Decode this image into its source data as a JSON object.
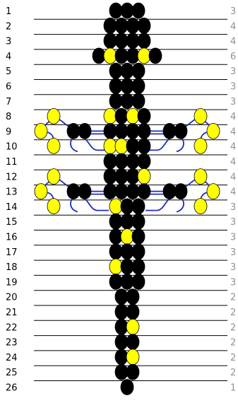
{
  "colors": {
    "black_bead": "#000000",
    "yellow_bead": "#ffff00",
    "wire": "#1f2dbf",
    "row_line": "#000000",
    "row_number": "#000000",
    "bead_count": "#909090"
  },
  "rows": [
    {
      "number": "1",
      "count": "3",
      "beads": [
        "B",
        "B",
        "B"
      ]
    },
    {
      "number": "2",
      "count": "4",
      "beads": [
        "B",
        "B",
        "B",
        "B"
      ]
    },
    {
      "number": "3",
      "count": "4",
      "beads": [
        "B",
        "B",
        "B",
        "B"
      ]
    },
    {
      "number": "4",
      "count": "6",
      "beads": [
        "B",
        "Y",
        "B",
        "B",
        "Y",
        "B"
      ]
    },
    {
      "number": "5",
      "count": "3",
      "beads": [
        "B",
        "B",
        "B"
      ]
    },
    {
      "number": "6",
      "count": "3",
      "beads": [
        "B",
        "B",
        "B"
      ]
    },
    {
      "number": "7",
      "count": "3",
      "beads": [
        "B",
        "B",
        "B"
      ]
    },
    {
      "number": "8",
      "count": "4",
      "beads": [
        "Y",
        "B",
        "Y",
        "B"
      ]
    },
    {
      "number": "9",
      "count": "4",
      "beads": [
        "B",
        "B",
        "B",
        "B"
      ]
    },
    {
      "number": "10",
      "count": "4",
      "beads": [
        "Y",
        "Y",
        "B",
        "B"
      ]
    },
    {
      "number": "11",
      "count": "4",
      "beads": [
        "B",
        "B",
        "B",
        "B"
      ]
    },
    {
      "number": "12",
      "count": "4",
      "beads": [
        "B",
        "B",
        "B",
        "Y"
      ]
    },
    {
      "number": "13",
      "count": "4",
      "beads": [
        "B",
        "B",
        "B",
        "B"
      ]
    },
    {
      "number": "14",
      "count": "3",
      "beads": [
        "Y",
        "B",
        "B"
      ]
    },
    {
      "number": "15",
      "count": "3",
      "beads": [
        "B",
        "B",
        "B"
      ]
    },
    {
      "number": "16",
      "count": "3",
      "beads": [
        "B",
        "Y",
        "B"
      ]
    },
    {
      "number": "17",
      "count": "3",
      "beads": [
        "B",
        "B",
        "B"
      ]
    },
    {
      "number": "18",
      "count": "3",
      "beads": [
        "Y",
        "B",
        "B"
      ]
    },
    {
      "number": "19",
      "count": "3",
      "beads": [
        "B",
        "B",
        "B"
      ]
    },
    {
      "number": "20",
      "count": "2",
      "beads": [
        "B",
        "B"
      ]
    },
    {
      "number": "21",
      "count": "2",
      "beads": [
        "B",
        "B"
      ]
    },
    {
      "number": "22",
      "count": "2",
      "beads": [
        "B",
        "Y"
      ]
    },
    {
      "number": "23",
      "count": "2",
      "beads": [
        "B",
        "B"
      ]
    },
    {
      "number": "24",
      "count": "2",
      "beads": [
        "B",
        "Y"
      ]
    },
    {
      "number": "25",
      "count": "2",
      "beads": [
        "B",
        "B"
      ]
    },
    {
      "number": "26",
      "count": "1",
      "beads": [
        "B"
      ]
    }
  ],
  "legs": [
    {
      "id": "front",
      "attach_rows": [
        "9",
        "10"
      ],
      "beads": [
        "Y",
        "Y",
        "B",
        "B",
        "Y",
        "Y"
      ]
    },
    {
      "id": "back",
      "attach_rows": [
        "13",
        "14"
      ],
      "beads": [
        "Y",
        "Y",
        "B",
        "B",
        "Y",
        "Y"
      ]
    }
  ]
}
